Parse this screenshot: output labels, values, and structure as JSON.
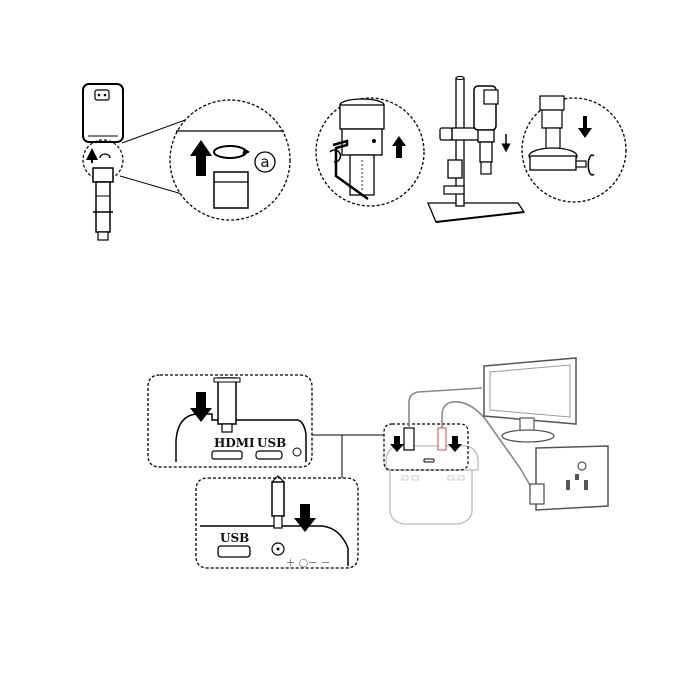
{
  "step1": {
    "callout_letter": "a"
  },
  "step3": {
    "port_hdmi": "HDMI",
    "port_usb": "USB",
    "port_usb_lower": "USB",
    "polarity_symbol": "+ ○− −"
  }
}
